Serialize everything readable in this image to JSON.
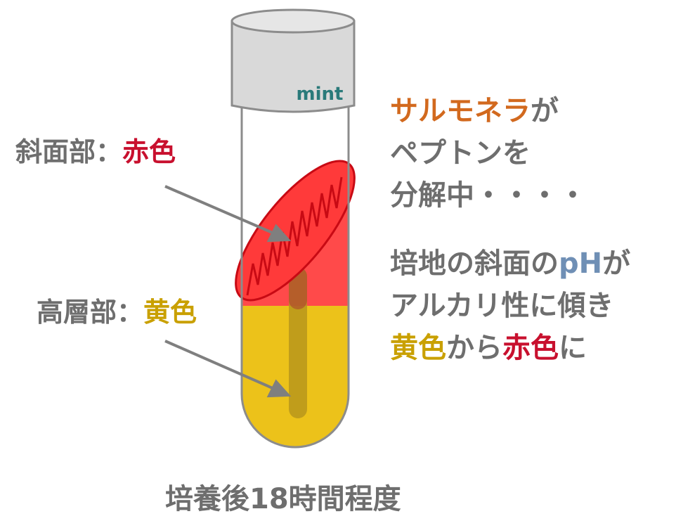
{
  "tube": {
    "cap_label": "mint",
    "colors": {
      "cap": "#d9d9d9",
      "slant": "#ff4a4a",
      "butt": "#ecc21a",
      "stab": "#b8961c",
      "hatch": "#c80a14",
      "outline": "#8c8c8c"
    }
  },
  "labels": {
    "slant": {
      "prefix": "斜面部：",
      "value": "赤色"
    },
    "butt": {
      "prefix": "高層部：",
      "value": "黄色"
    }
  },
  "explanation": {
    "line1_highlight": "サルモネラ",
    "line1_rest": "が",
    "line2": "ペプトンを",
    "line3": "分解中・・・・",
    "line4_a": "培地の斜面の",
    "line4_ph": "pH",
    "line4_b": "が",
    "line5": "アルカリ性に傾き",
    "line6_yellow": "黄色",
    "line6_mid": "から",
    "line6_red": "赤色",
    "line6_end": "に"
  },
  "caption": "培養後18時間程度"
}
